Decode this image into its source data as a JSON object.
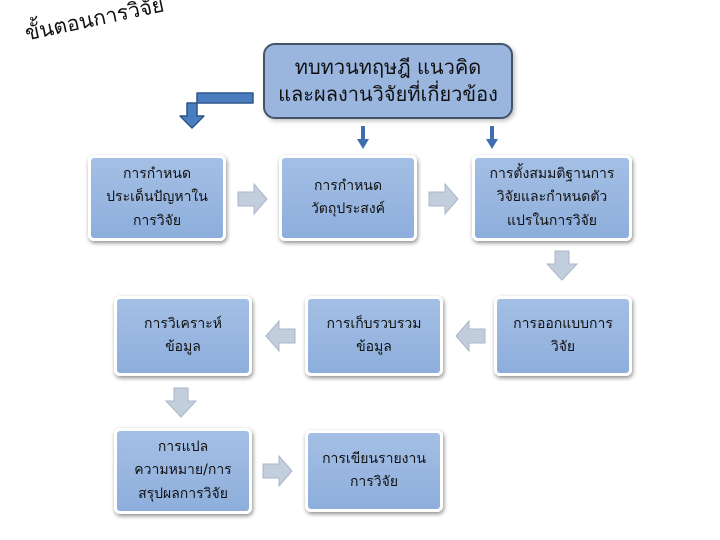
{
  "title": "ขั้นตอนการวิจัย",
  "top_box": {
    "line1": "ทบทวนทฤษฎี แนวคิด",
    "line2": "และผลงานวิจัยที่เกี่ยวข้อง"
  },
  "steps": [
    {
      "lines": [
        "การกำหนด",
        "ประเด็นปัญหาใน",
        "การวิจัย"
      ]
    },
    {
      "lines": [
        "การกำหนด",
        "วัตถุประสงค์"
      ]
    },
    {
      "lines": [
        "การตั้งสมมติฐานการ",
        "วิจัยและกำหนดตัว",
        "แปรในการวิจัย"
      ]
    },
    {
      "lines": [
        "การออกแบบการ",
        "วิจัย"
      ]
    },
    {
      "lines": [
        "การเก็บรวบรวม",
        "ข้อมูล"
      ]
    },
    {
      "lines": [
        "การวิเคราะห์",
        "ข้อมูล"
      ]
    },
    {
      "lines": [
        "การแปล",
        "ความหมาย/การ",
        "สรุปผลการวิจัย"
      ]
    },
    {
      "lines": [
        "การเขียนรายงาน",
        "การวิจัย"
      ]
    }
  ],
  "colors": {
    "box_fill": "#95b3dd",
    "box_border": "#ffffff",
    "top_box_border": "#44546a",
    "arrow_gray": "#c3cedd",
    "arrow_blue": "#3d6fb0"
  }
}
